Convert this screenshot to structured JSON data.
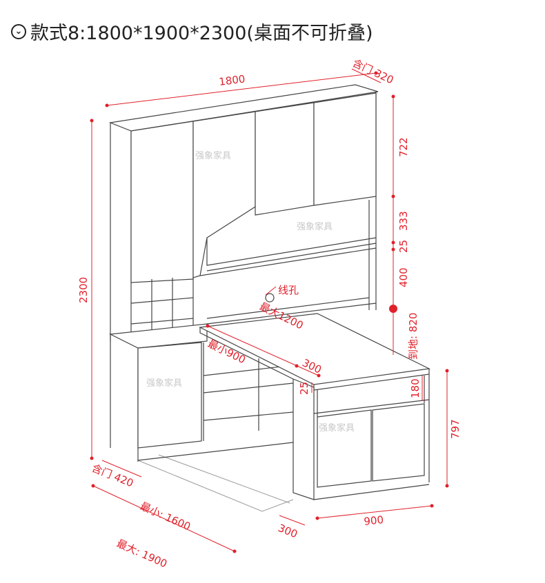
{
  "title": {
    "icon": "chevron-down-circle-icon",
    "text": "款式8:1800*1900*2300(桌面不可折叠)"
  },
  "watermark": "强象家具",
  "dimensions": {
    "width": "1800",
    "top_depth": "含门 320",
    "upper_height": "722",
    "gap_height": "333",
    "shelf_thickness": "25",
    "lower_gap": "400",
    "total_height": "2300",
    "cable_hole": "线孔",
    "desk_max": "最大1200",
    "desk_min": "最小900",
    "desk_overhang": "300",
    "desk_thickness": "25",
    "drawer_gap": "180",
    "desk_to_floor": "到地: 820",
    "side_cabinet_height": "797",
    "base_depth": "含门 420",
    "side_cabinet_width": "900",
    "leg_width": "300",
    "total_depth_min": "最小: 1600",
    "total_depth_max": "最大: 1900"
  },
  "colors": {
    "dimension": "#e0202a",
    "outline": "#444444"
  }
}
